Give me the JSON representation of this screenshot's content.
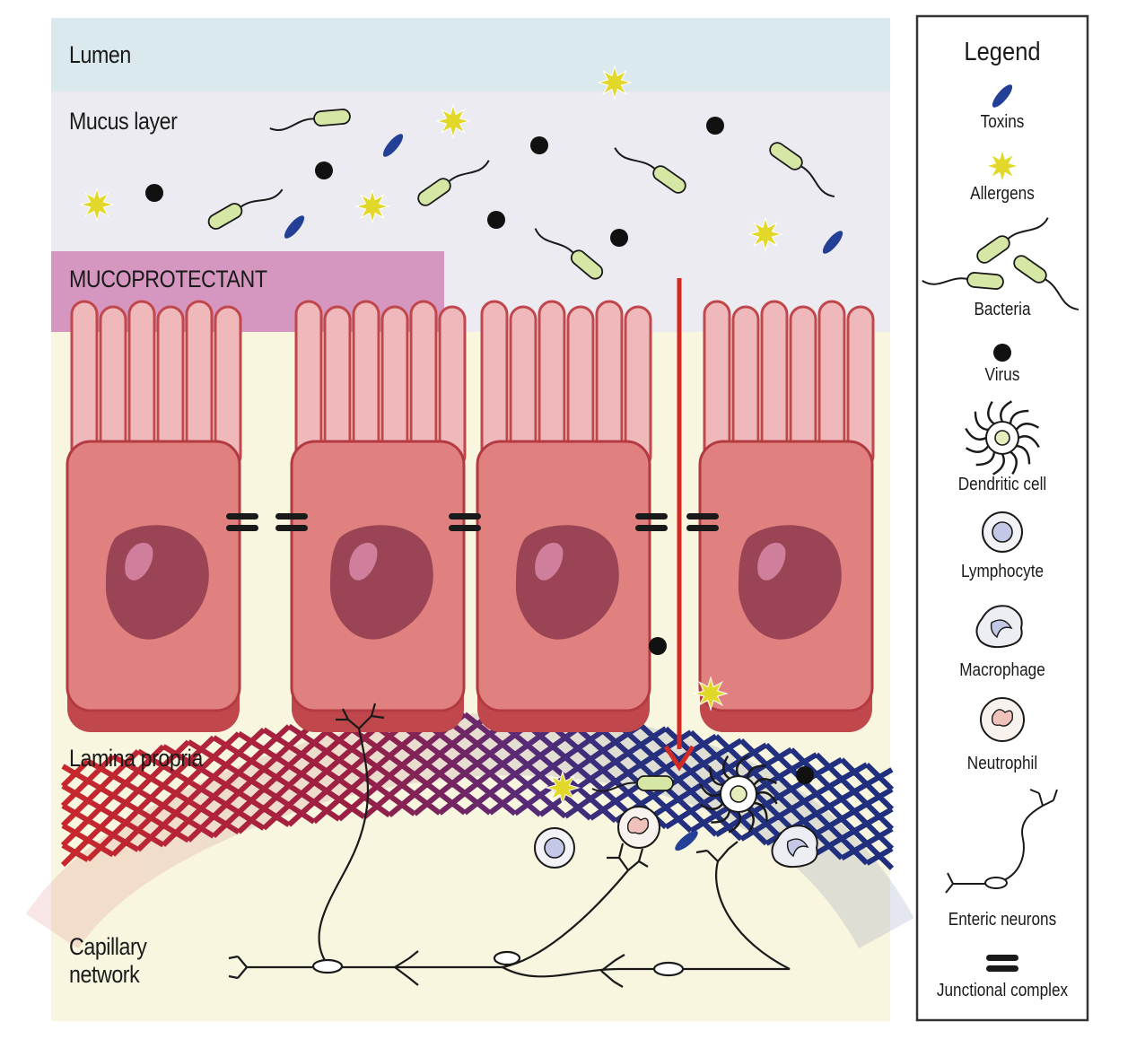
{
  "labels": {
    "lumen": "Lumen",
    "mucus_layer": "Mucus layer",
    "mucoprotectant": "MUCOPROTECTANT",
    "lamina_propria": "Lamina propria",
    "capillary_line1": "Capillary",
    "capillary_line2": "network"
  },
  "legend": {
    "title": "Legend",
    "items": [
      "Toxins",
      "Allergens",
      "Bacteria",
      "Virus",
      "Dendritic cell",
      "Lymphocyte",
      "Macrophage",
      "Neutrophil",
      "Enteric neurons",
      "Junctional complex"
    ]
  },
  "colors": {
    "lumen": "#d9e9ee",
    "mucus": "#ecebf2",
    "tissue": "#f8f6df",
    "mucoprotectant": "#d597c0",
    "cell_body": "#e0807f",
    "cell_outline": "#c0484c",
    "microvilli": "#efb9bb",
    "nucleus": "#9a4455",
    "toxin": "#243f96",
    "allergen": "#e2d829",
    "bacteria": "#d6e6a4",
    "arrow": "#d22b24",
    "capillary_arterial": "#c8282d",
    "capillary_venous": "#1f2f7e"
  },
  "icons": [
    "toxin-icon",
    "allergen-icon",
    "bacteria-icon",
    "virus-icon",
    "dendritic-cell-icon",
    "lymphocyte-icon",
    "macrophage-icon",
    "neutrophil-icon",
    "enteric-neuron-icon",
    "junctional-complex-icon"
  ]
}
